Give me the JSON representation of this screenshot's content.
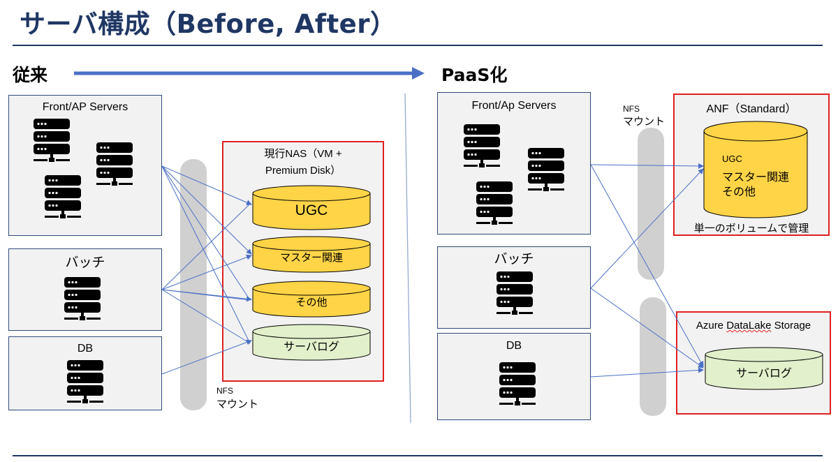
{
  "title": "サーバ構成（Before, After）",
  "before": {
    "label": "従来",
    "front_ap": {
      "label": "Front/AP Servers"
    },
    "batch": {
      "label": "バッチ"
    },
    "db": {
      "label": "DB"
    },
    "nas": {
      "title_line1": "現行NAS（VM +",
      "title_line2": "Premium Disk）",
      "disks": [
        "UGC",
        "マスター関連",
        "その他",
        "サーバログ"
      ]
    },
    "nfs": {
      "line1": "NFS",
      "line2": "マウント"
    }
  },
  "after": {
    "label": "PaaS化",
    "front_ap": {
      "label": "Front/Ap Servers"
    },
    "batch": {
      "label": "バッチ"
    },
    "db": {
      "label": "DB"
    },
    "anf": {
      "title": "ANF（Standard）",
      "disk_lines": [
        "UGC",
        "マスター関連",
        "その他"
      ],
      "caption": "単一のボリュームで管理"
    },
    "datalake": {
      "title_prefix": "Azure ",
      "title_wavy": "DataLake",
      "title_suffix": " Storage",
      "disk": "サーバログ"
    },
    "nfs": {
      "line1": "NFS",
      "line2": "マウント"
    }
  },
  "colors": {
    "title": "#1f3763",
    "arrow": "#4a6fc7",
    "connector": "#4a6fc7",
    "highlight_border": "#e02020",
    "disk_yellow": "#ffd447",
    "disk_green": "#e2f0cb",
    "panel": "#f2f2f2"
  }
}
